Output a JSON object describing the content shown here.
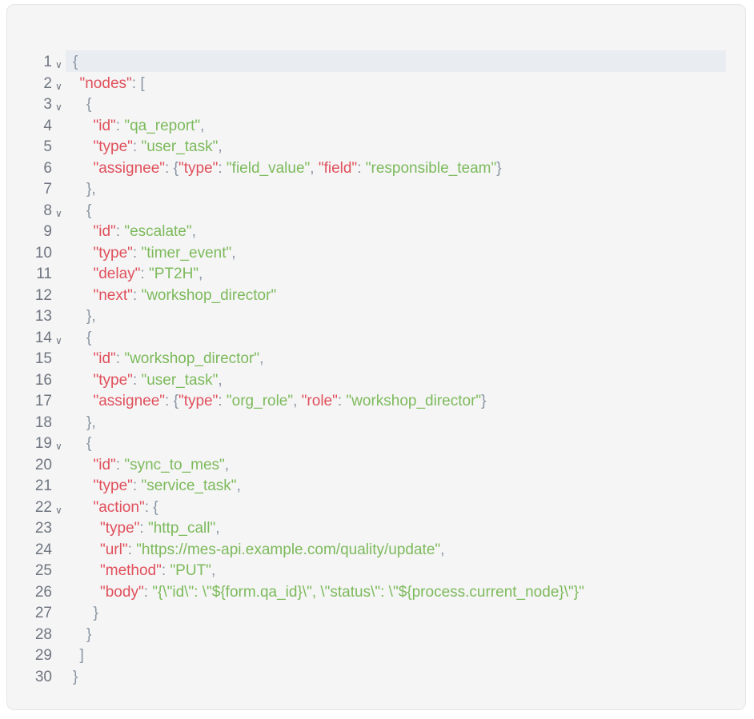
{
  "colors": {
    "key": "#e0505c",
    "string": "#7dba5c",
    "punctuation": "#8a95a4",
    "line_number": "#6f7580",
    "background": "#f5f5f5",
    "active_line": "#e9ecf1"
  },
  "fold_icon": "chevron-down-icon",
  "lines": [
    {
      "n": "1",
      "fold": true,
      "indent": 0,
      "tokens": [
        [
          "p",
          "{"
        ]
      ]
    },
    {
      "n": "2",
      "fold": true,
      "indent": 1,
      "tokens": [
        [
          "k",
          "\"nodes\""
        ],
        [
          "p",
          ": ["
        ]
      ]
    },
    {
      "n": "3",
      "fold": true,
      "indent": 2,
      "tokens": [
        [
          "p",
          "{"
        ]
      ]
    },
    {
      "n": "4",
      "fold": false,
      "indent": 3,
      "tokens": [
        [
          "k",
          "\"id\""
        ],
        [
          "p",
          ": "
        ],
        [
          "s",
          "\"qa_report\""
        ],
        [
          "p",
          ","
        ]
      ]
    },
    {
      "n": "5",
      "fold": false,
      "indent": 3,
      "tokens": [
        [
          "k",
          "\"type\""
        ],
        [
          "p",
          ": "
        ],
        [
          "s",
          "\"user_task\""
        ],
        [
          "p",
          ","
        ]
      ]
    },
    {
      "n": "6",
      "fold": false,
      "indent": 3,
      "tokens": [
        [
          "k",
          "\"assignee\""
        ],
        [
          "p",
          ": {"
        ],
        [
          "k",
          "\"type\""
        ],
        [
          "p",
          ": "
        ],
        [
          "s",
          "\"field_value\""
        ],
        [
          "p",
          ", "
        ],
        [
          "k",
          "\"field\""
        ],
        [
          "p",
          ": "
        ],
        [
          "s",
          "\"responsible_team\""
        ],
        [
          "p",
          "}"
        ]
      ]
    },
    {
      "n": "7",
      "fold": false,
      "indent": 2,
      "tokens": [
        [
          "p",
          "},"
        ]
      ]
    },
    {
      "n": "8",
      "fold": true,
      "indent": 2,
      "tokens": [
        [
          "p",
          "{"
        ]
      ]
    },
    {
      "n": "9",
      "fold": false,
      "indent": 3,
      "tokens": [
        [
          "k",
          "\"id\""
        ],
        [
          "p",
          ": "
        ],
        [
          "s",
          "\"escalate\""
        ],
        [
          "p",
          ","
        ]
      ]
    },
    {
      "n": "10",
      "fold": false,
      "indent": 3,
      "tokens": [
        [
          "k",
          "\"type\""
        ],
        [
          "p",
          ": "
        ],
        [
          "s",
          "\"timer_event\""
        ],
        [
          "p",
          ","
        ]
      ]
    },
    {
      "n": "11",
      "fold": false,
      "indent": 3,
      "tokens": [
        [
          "k",
          "\"delay\""
        ],
        [
          "p",
          ": "
        ],
        [
          "s",
          "\"PT2H\""
        ],
        [
          "p",
          ","
        ]
      ]
    },
    {
      "n": "12",
      "fold": false,
      "indent": 3,
      "tokens": [
        [
          "k",
          "\"next\""
        ],
        [
          "p",
          ": "
        ],
        [
          "s",
          "\"workshop_director\""
        ]
      ]
    },
    {
      "n": "13",
      "fold": false,
      "indent": 2,
      "tokens": [
        [
          "p",
          "},"
        ]
      ]
    },
    {
      "n": "14",
      "fold": true,
      "indent": 2,
      "tokens": [
        [
          "p",
          "{"
        ]
      ]
    },
    {
      "n": "15",
      "fold": false,
      "indent": 3,
      "tokens": [
        [
          "k",
          "\"id\""
        ],
        [
          "p",
          ": "
        ],
        [
          "s",
          "\"workshop_director\""
        ],
        [
          "p",
          ","
        ]
      ]
    },
    {
      "n": "16",
      "fold": false,
      "indent": 3,
      "tokens": [
        [
          "k",
          "\"type\""
        ],
        [
          "p",
          ": "
        ],
        [
          "s",
          "\"user_task\""
        ],
        [
          "p",
          ","
        ]
      ]
    },
    {
      "n": "17",
      "fold": false,
      "indent": 3,
      "tokens": [
        [
          "k",
          "\"assignee\""
        ],
        [
          "p",
          ": {"
        ],
        [
          "k",
          "\"type\""
        ],
        [
          "p",
          ": "
        ],
        [
          "s",
          "\"org_role\""
        ],
        [
          "p",
          ", "
        ],
        [
          "k",
          "\"role\""
        ],
        [
          "p",
          ": "
        ],
        [
          "s",
          "\"workshop_director\""
        ],
        [
          "p",
          "}"
        ]
      ]
    },
    {
      "n": "18",
      "fold": false,
      "indent": 2,
      "tokens": [
        [
          "p",
          "},"
        ]
      ]
    },
    {
      "n": "19",
      "fold": true,
      "indent": 2,
      "tokens": [
        [
          "p",
          "{"
        ]
      ]
    },
    {
      "n": "20",
      "fold": false,
      "indent": 3,
      "tokens": [
        [
          "k",
          "\"id\""
        ],
        [
          "p",
          ": "
        ],
        [
          "s",
          "\"sync_to_mes\""
        ],
        [
          "p",
          ","
        ]
      ]
    },
    {
      "n": "21",
      "fold": false,
      "indent": 3,
      "tokens": [
        [
          "k",
          "\"type\""
        ],
        [
          "p",
          ": "
        ],
        [
          "s",
          "\"service_task\""
        ],
        [
          "p",
          ","
        ]
      ]
    },
    {
      "n": "22",
      "fold": true,
      "indent": 3,
      "tokens": [
        [
          "k",
          "\"action\""
        ],
        [
          "p",
          ": {"
        ]
      ]
    },
    {
      "n": "23",
      "fold": false,
      "indent": 4,
      "tokens": [
        [
          "k",
          "\"type\""
        ],
        [
          "p",
          ": "
        ],
        [
          "s",
          "\"http_call\""
        ],
        [
          "p",
          ","
        ]
      ]
    },
    {
      "n": "24",
      "fold": false,
      "indent": 4,
      "tokens": [
        [
          "k",
          "\"url\""
        ],
        [
          "p",
          ": "
        ],
        [
          "s",
          "\"https://mes-api.example.com/quality/update\""
        ],
        [
          "p",
          ","
        ]
      ]
    },
    {
      "n": "25",
      "fold": false,
      "indent": 4,
      "tokens": [
        [
          "k",
          "\"method\""
        ],
        [
          "p",
          ": "
        ],
        [
          "s",
          "\"PUT\""
        ],
        [
          "p",
          ","
        ]
      ]
    },
    {
      "n": "26",
      "fold": false,
      "indent": 4,
      "tokens": [
        [
          "k",
          "\"body\""
        ],
        [
          "p",
          ": "
        ],
        [
          "s",
          "\"{\\\"id\\\": \\\"${form.qa_id}\\\", \\\"status\\\": \\\"${process.current_node}\\\"}\""
        ]
      ]
    },
    {
      "n": "27",
      "fold": false,
      "indent": 3,
      "tokens": [
        [
          "p",
          "}"
        ]
      ]
    },
    {
      "n": "28",
      "fold": false,
      "indent": 2,
      "tokens": [
        [
          "p",
          "}"
        ]
      ]
    },
    {
      "n": "29",
      "fold": false,
      "indent": 1,
      "tokens": [
        [
          "p",
          "]"
        ]
      ]
    },
    {
      "n": "30",
      "fold": false,
      "indent": 0,
      "tokens": [
        [
          "p",
          "}"
        ]
      ]
    }
  ]
}
